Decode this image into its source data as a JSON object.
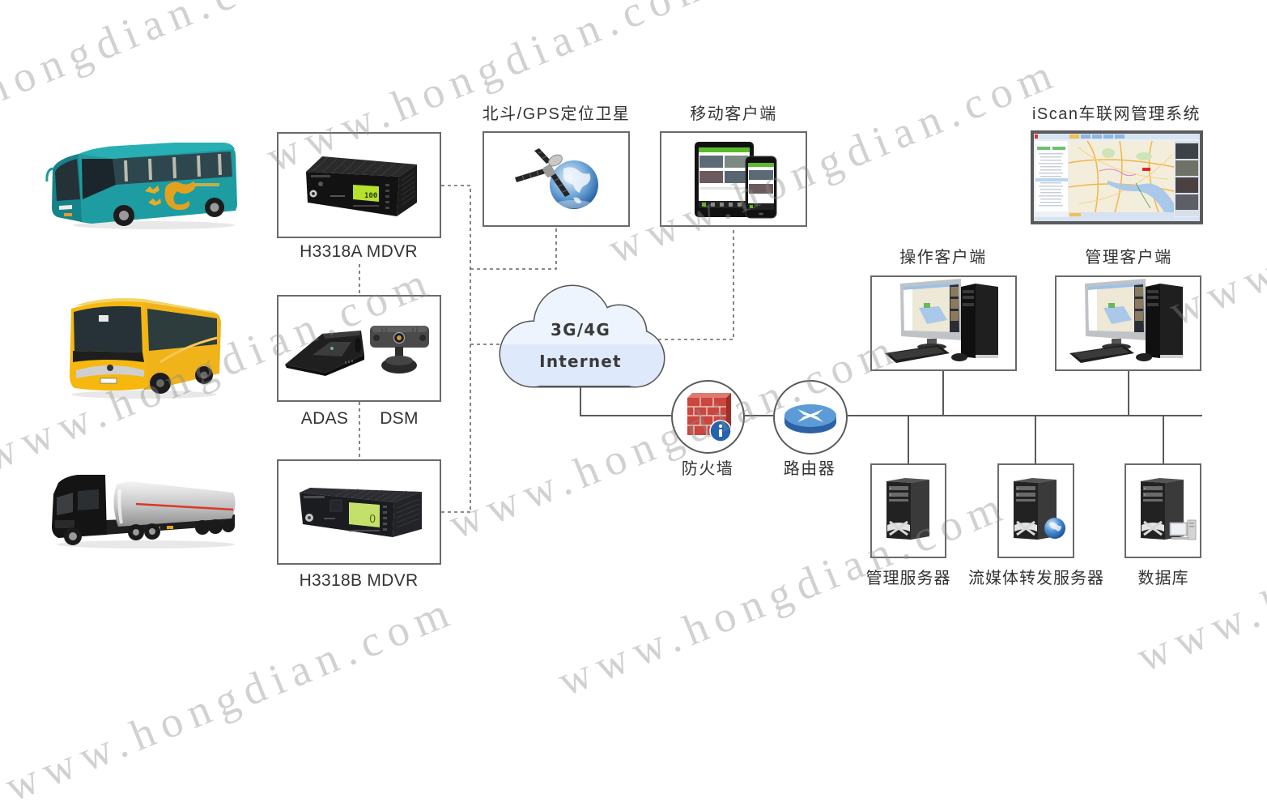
{
  "watermark": "www.hongdian.com",
  "vehicles": [
    {
      "icon": "teal-coach-bus"
    },
    {
      "icon": "yellow-bus"
    },
    {
      "icon": "tanker-truck"
    }
  ],
  "devices": {
    "mdvr_a": {
      "label": "H3318A MDVR",
      "lcd": "100"
    },
    "adas": {
      "label": "ADAS"
    },
    "dsm": {
      "label": "DSM"
    },
    "mdvr_b": {
      "label": "H3318B MDVR",
      "lcd": "0"
    }
  },
  "gps": {
    "label": "北斗/GPS定位卫星",
    "icon": "satellite-globe"
  },
  "mobile_client": {
    "label": "移动客户端",
    "icon": "tablet-and-phone"
  },
  "cloud": {
    "line1": "3G/4G",
    "line2": "Internet"
  },
  "firewall": {
    "label": "防火墙",
    "icon": "brick-wall-info"
  },
  "router": {
    "label": "路由器",
    "icon": "router-disc"
  },
  "iscan": {
    "label": "iScan车联网管理系统",
    "icon": "map-software-screenshot"
  },
  "clients": [
    {
      "label": "操作客户端",
      "icon": "desktop-computer"
    },
    {
      "label": "管理客户端",
      "icon": "desktop-computer"
    }
  ],
  "servers": [
    {
      "label": "管理服务器",
      "icon": "server-tower"
    },
    {
      "label": "流媒体转发服务器",
      "icon": "server-tower-globe"
    },
    {
      "label": "数据库",
      "icon": "server-tower-pc"
    }
  ],
  "palette": {
    "box_border": "#6a6a6a",
    "line": "#5a5a5a",
    "dash": "#666666",
    "text": "#333333",
    "cloud_top": "#edf4fd",
    "cloud_bottom": "#deeafb"
  }
}
